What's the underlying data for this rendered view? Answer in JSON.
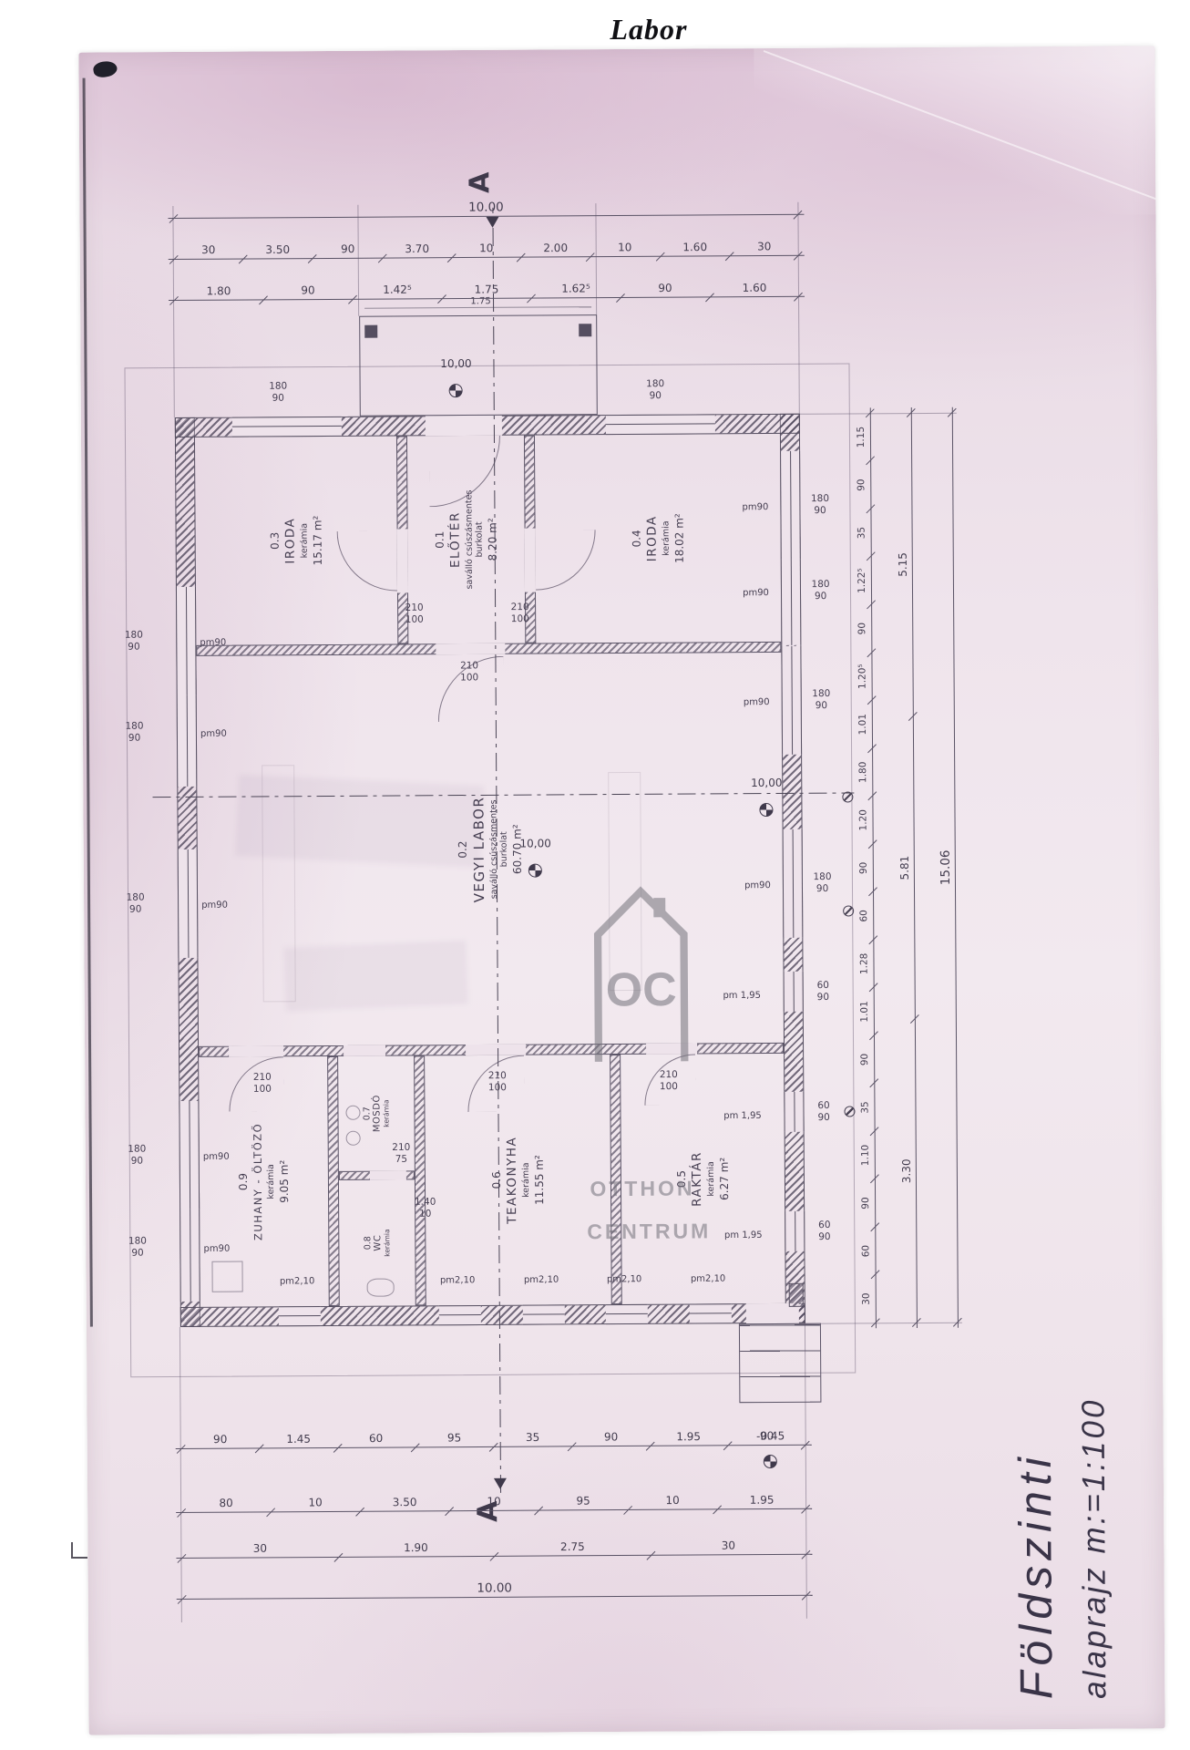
{
  "page": {
    "header_title": "Labor"
  },
  "watermark": {
    "logo_text": "OC",
    "line1": "OTTHON",
    "line2": "CENTRUM"
  },
  "title_block": {
    "line1": "Földszinti",
    "line2": "alaprajz m:=1:100"
  },
  "section": {
    "letter": "A"
  },
  "rooms": [
    {
      "num": "0.1",
      "name": "ELŐTÉR",
      "finish": "saválló csúszásmentes burkolat",
      "area": "8.20 m²"
    },
    {
      "num": "0.2",
      "name": "VEGYI LABOR",
      "finish": "saválló csúszásmentes burkolat",
      "area": "60.70 m²"
    },
    {
      "num": "0.3",
      "name": "IRODA",
      "finish": "kerámia",
      "area": "15.17 m²"
    },
    {
      "num": "0.4",
      "name": "IRODA",
      "finish": "kerámia",
      "area": "18.02 m²"
    },
    {
      "num": "0.5",
      "name": "RAKTÁR",
      "finish": "kerámia",
      "area": "6.27 m²"
    },
    {
      "num": "0.6",
      "name": "TEAKONYHA",
      "finish": "kerámia",
      "area": "11.55 m²"
    },
    {
      "num": "0.7",
      "name": "MOSDÓ",
      "finish": "kerámia",
      "area": ""
    },
    {
      "num": "0.8",
      "name": "WC",
      "finish": "kerámia",
      "area": ""
    },
    {
      "num": "0.9",
      "name": "ZUHANY - ÖLTÖZŐ",
      "finish": "kerámia",
      "area": "9.05 m²"
    }
  ],
  "dims": {
    "right_detail": [
      "1.80",
      "90",
      "1.42⁵",
      "1.75",
      "1.62⁵",
      "90",
      "1.60"
    ],
    "right_main": [
      "30",
      "3.50",
      "90",
      "3.70",
      "10",
      "2.00",
      "10",
      "1.60",
      "30"
    ],
    "right_total": [
      "10.00"
    ],
    "left_detail": [
      "90",
      "1.45",
      "60",
      "95",
      "35",
      "90",
      "1.95",
      "90"
    ],
    "left_mid": [
      "80",
      "10",
      "3.50",
      "10",
      "95",
      "10",
      "1.95"
    ],
    "left_outer": [
      "30",
      "1.90",
      "2.75",
      "30"
    ],
    "left_total": [
      "10.00"
    ],
    "bottom_detail": [
      "30",
      "60",
      "90",
      "1.10",
      "35",
      "90",
      "1.01",
      "1.28",
      "60",
      "90",
      "1.20",
      "1.80",
      "1.01",
      "1.20⁵",
      "90",
      "1.22⁵",
      "35",
      "90",
      "1.15"
    ],
    "bottom_sub": [
      "3.30",
      "5.81",
      "5.15"
    ],
    "bottom_total": [
      "15.06"
    ]
  },
  "labels": {
    "win_w": "180",
    "win_h": "90",
    "pm90": "pm90",
    "win_sw": "60",
    "pm195": "pm 1,95",
    "pm210": "pm2,10",
    "door_h": "210",
    "door_w": "100",
    "door_sw": "75",
    "dim175": "1.75",
    "dim140": "1.40",
    "dim10": "10",
    "lvl": "10,00",
    "lvl_low": "-0.45"
  }
}
